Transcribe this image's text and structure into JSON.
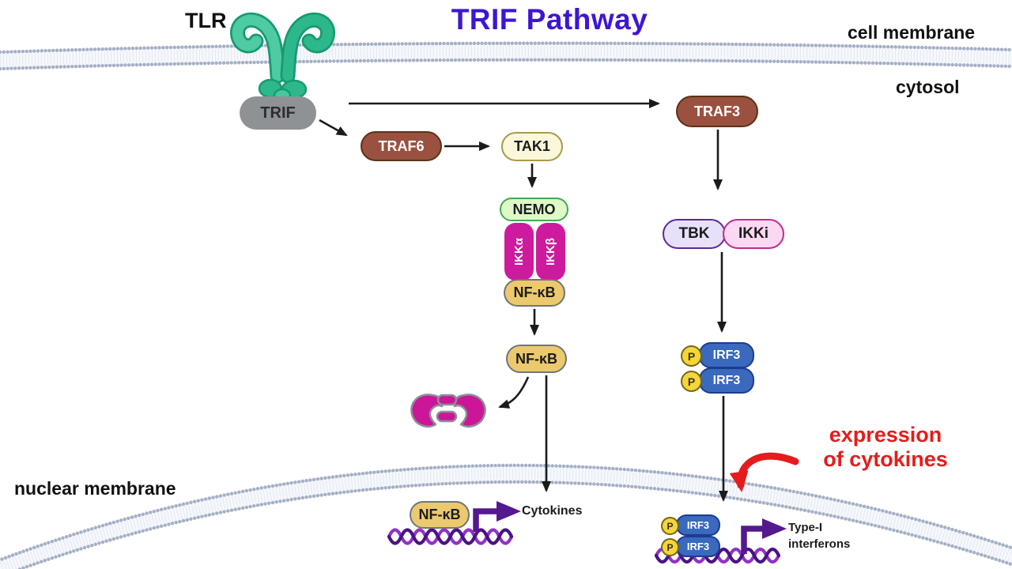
{
  "title": "TRIF Pathway",
  "labels": {
    "tlr": "TLR",
    "cell_membrane": "cell membrane",
    "cytosol": "cytosol",
    "nuclear_membrane": "nuclear membrane",
    "expression_line1": "expression",
    "expression_line2": "of cytokines"
  },
  "nodes": {
    "trif": "TRIF",
    "traf6": "TRAF6",
    "tak1": "TAK1",
    "traf3": "TRAF3",
    "nemo": "NEMO",
    "ikk_alpha": "IKKα",
    "ikk_beta": "IKKβ",
    "nfkb": "NF-κB",
    "tbk": "TBK",
    "ikki": "IKKi",
    "irf3": "IRF3",
    "phospho": "P"
  },
  "outputs": {
    "cytokines": "Cytokines",
    "type1_line1": "Type-I",
    "type1_line2": "interferons"
  },
  "colors": {
    "title_text": "#3E16D2",
    "red_text": "#E41C1C",
    "brown_node": "#9A5140",
    "tak1_fill": "#FAF7DA",
    "nemo_fill": "#DFF8C8",
    "magenta": "#CE1A9D",
    "tan_nfkb": "#EDC96E",
    "tbk_fill": "#E7E0F8",
    "ikki_fill": "#FCD8F3",
    "irf3_blue": "#3A69BD",
    "phospho_yellow": "#F4D53D",
    "receptor_teal": "#2DB88B",
    "dna_purple": "#55188F",
    "membrane_dot": "#A6B0C6"
  }
}
